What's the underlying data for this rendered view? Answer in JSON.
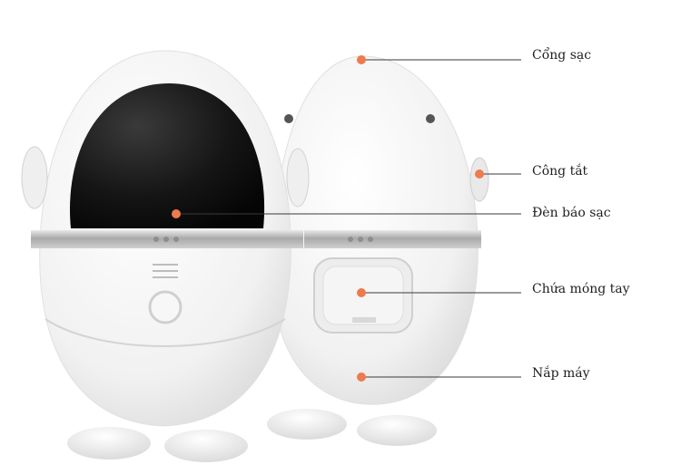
{
  "diagram": {
    "accent_color": "#ee7a4e",
    "line_color": "#3a3a3a",
    "labels": [
      {
        "id": "charging-port",
        "text": "Cổng sạc"
      },
      {
        "id": "power-switch",
        "text": "Công tắt"
      },
      {
        "id": "charging-indicator",
        "text": "Đèn báo sạc"
      },
      {
        "id": "nail-container",
        "text": "Chứa móng tay"
      },
      {
        "id": "machine-cover",
        "text": "Nắp máy"
      }
    ]
  }
}
